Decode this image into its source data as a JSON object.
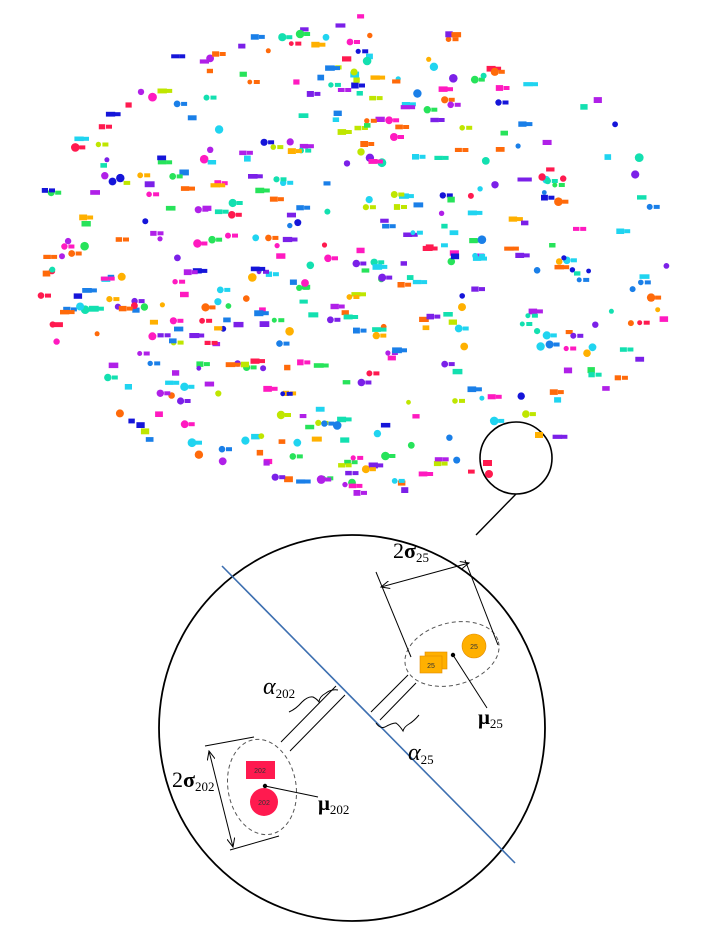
{
  "palette": [
    "#ff1a4f",
    "#ff6a0a",
    "#ffb000",
    "#bfe600",
    "#27e35a",
    "#13e0b0",
    "#20d4f0",
    "#1a7fe8",
    "#1515d9",
    "#7b20e8",
    "#b020e8",
    "#ff1ac0"
  ],
  "labels": {
    "sigma25_coef": "2",
    "sigma25_sym": "σ",
    "sigma25_sub": "25",
    "sigma202_coef": "2",
    "sigma202_sym": "σ",
    "sigma202_sub": "202",
    "alpha202_sym": "α",
    "alpha202_sub": "202",
    "alpha25_sym": "α",
    "alpha25_sub": "25",
    "mu25_sym": "μ",
    "mu25_sub": "25",
    "mu202_sym": "μ",
    "mu202_sub": "202"
  },
  "markers": {
    "class25_square": "25",
    "class25_circle": "25",
    "class202_square": "202",
    "class202_circle": "202"
  },
  "colors": {
    "class25": "#ffb000",
    "class202": "#ff1a4f",
    "boundary": "#3d6fb0",
    "outline": "#000000",
    "ellipse": "#555555"
  }
}
